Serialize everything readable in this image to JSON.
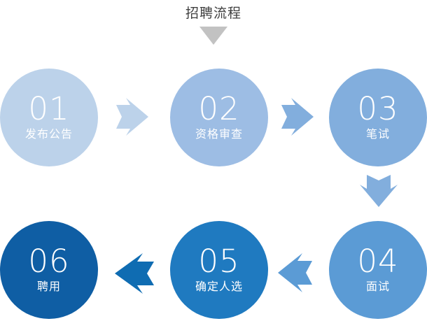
{
  "title": {
    "text": "招聘流程",
    "arrow_icon": "chevron-down-icon",
    "color": "#3f3f3f",
    "arrow_color": "#c2c2c2"
  },
  "palette": {
    "step_1": "#bcd2ea",
    "step_2": "#9dbde4",
    "step_3": "#82aedd",
    "step_4": "#5b9bd5",
    "step_5": "#1f7ac0",
    "step_6": "#0f5ea4",
    "arrow_1_2": "#bcd2ea",
    "arrow_2_3": "#82aedd",
    "arrow_3_4": "#82aedd",
    "arrow_4_5": "#5b9bd5",
    "arrow_5_6": "#0f6cb2",
    "text_on_circle": "#ffffff",
    "background": "#ffffff"
  },
  "steps": [
    {
      "number": "01",
      "label": "发布公告",
      "fill": "#bcd2ea"
    },
    {
      "number": "02",
      "label": "资格审查",
      "fill": "#9dbde4"
    },
    {
      "number": "03",
      "label": "笔试",
      "fill": "#82aedd"
    },
    {
      "number": "04",
      "label": "面试",
      "fill": "#5b9bd5"
    },
    {
      "number": "05",
      "label": "确定人选",
      "fill": "#1f7ac0"
    },
    {
      "number": "06",
      "label": "聘用",
      "fill": "#0f5ea4"
    }
  ],
  "connectors": [
    {
      "name": "arrow-step1-to-step2",
      "direction": "right",
      "fill": "#bcd2ea"
    },
    {
      "name": "arrow-step2-to-step3",
      "direction": "right",
      "fill": "#82aedd"
    },
    {
      "name": "arrow-step3-to-step4",
      "direction": "down",
      "fill": "#82aedd"
    },
    {
      "name": "arrow-step4-to-step5",
      "direction": "left",
      "fill": "#5b9bd5"
    },
    {
      "name": "arrow-step5-to-step6",
      "direction": "left",
      "fill": "#0f6cb2"
    }
  ]
}
